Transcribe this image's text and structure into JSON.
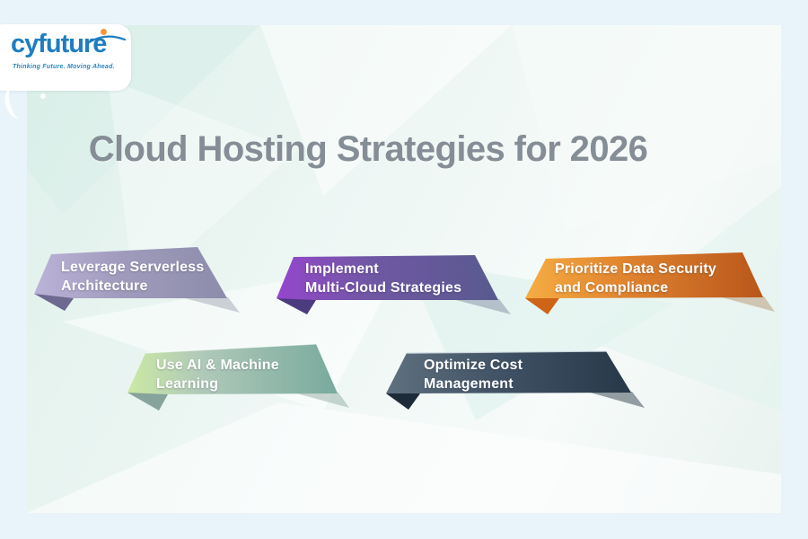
{
  "brand": {
    "name": "cyfuture",
    "tagline": "Thinking Future. Moving Ahead.",
    "blue": "#1e7dc0",
    "dot_orange": "#f09a3a",
    "tagline_blue": "#2e86c1",
    "icons": [
      "brand-dot-icon",
      "brand-swoosh-icon"
    ]
  },
  "title": {
    "text": "Cloud Hosting Strategies for 2026",
    "color": "#858e96"
  },
  "background": {
    "outer": "#e9f4fa",
    "panel_tint": "#e7f3f0"
  },
  "banners": [
    {
      "id": "leverage-serverless",
      "line1": "Leverage Serverless",
      "line2": "Architecture",
      "gradient": [
        "#bcb3d8",
        "#a09bbc",
        "#8d8cab"
      ],
      "fold": "#6e6990",
      "shadow": "rgba(122,130,150,0.35)"
    },
    {
      "id": "multi-cloud",
      "line1": "Implement",
      "line2": "Multi-Cloud Strategies",
      "gradient": [
        "#9546cd",
        "#7157a5",
        "#585a8e"
      ],
      "fold": "#4d3b80",
      "shadow": "rgba(90,95,130,0.35)"
    },
    {
      "id": "data-security",
      "line1": "Prioritize Data Security",
      "line2": "and Compliance",
      "gradient": [
        "#f5ad43",
        "#e1852f",
        "#b9561b"
      ],
      "fold": "#cd6418",
      "shadow": "rgba(160,110,60,0.35)"
    },
    {
      "id": "ai-ml",
      "line1": "Use AI & Machine",
      "line2": "Learning",
      "gradient": [
        "#cbe9a4",
        "#b0c9b9",
        "#78aa9d"
      ],
      "fold": "#86a49b",
      "shadow": "rgba(110,140,130,0.35)"
    },
    {
      "id": "cost-management",
      "line1": "Optimize Cost",
      "line2": "Management",
      "gradient": [
        "#5f707f",
        "#3e5063",
        "#273849"
      ],
      "fold": "#1d2b38",
      "shadow": "rgba(50,65,78,0.5)"
    }
  ]
}
